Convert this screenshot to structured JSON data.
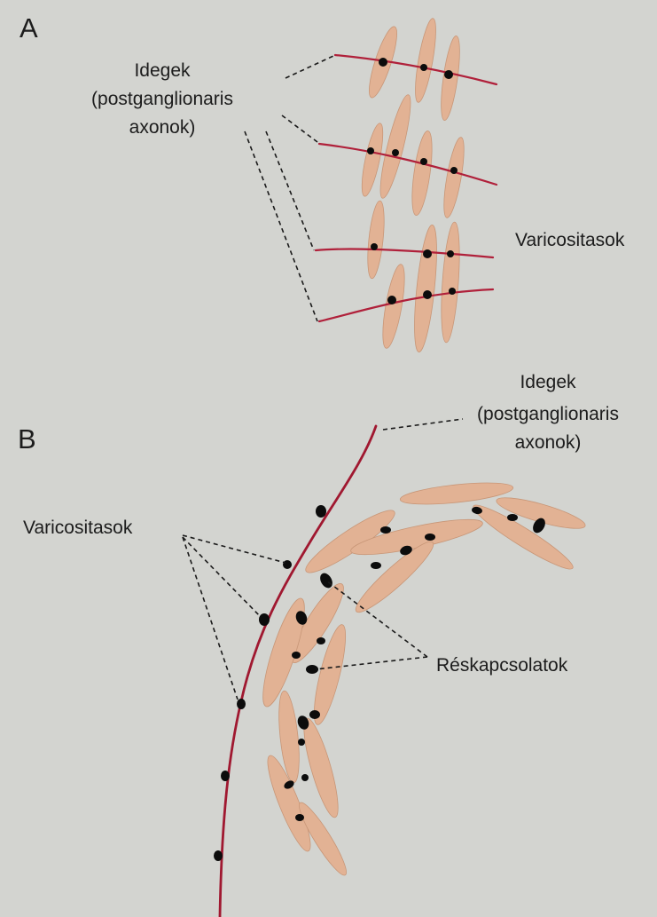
{
  "panels": {
    "a": {
      "letter": "A",
      "nerve_label": [
        "Idegek",
        "(postganglionaris",
        "axonok)"
      ],
      "varicosity_label": "Varicositasok"
    },
    "b": {
      "letter": "B",
      "nerve_label": [
        "Idegek",
        "(postganglionaris",
        "axonok)"
      ],
      "varicosity_label": "Varicositasok",
      "gap_junction_label": "Réskapcsolatok"
    }
  },
  "colors": {
    "background": "#d3d4d0",
    "smooth_muscle_cell": "#e2b294",
    "nerve_fiber": "#b0203a",
    "varicosity": "#0c0c0c"
  }
}
